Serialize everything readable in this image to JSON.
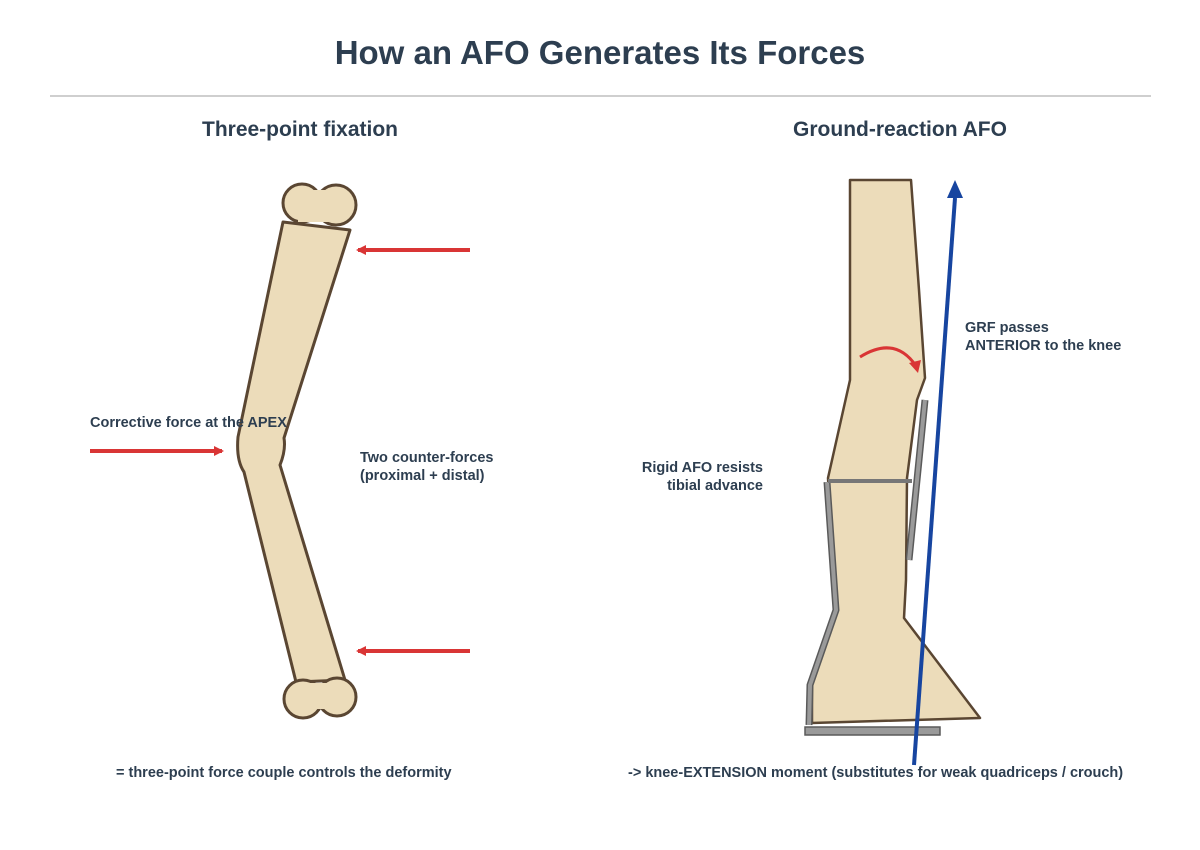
{
  "title": "How an AFO Generates Its Forces",
  "left_panel": {
    "title": "Three-point fixation",
    "corrective_label": "Corrective force at the APEX",
    "counter_label_line1": "Two counter-forces",
    "counter_label_line2": "(proximal + distal)",
    "footer": "= three-point force couple controls the deformity"
  },
  "right_panel": {
    "title": "Ground-reaction AFO",
    "grf_label_line1": "GRF passes",
    "grf_label_line2": "ANTERIOR to the knee",
    "afo_label_line1": "Rigid AFO resists",
    "afo_label_line2": "tibial advance",
    "footer": "-> knee-EXTENSION moment (substitutes for weak quadriceps / crouch)"
  },
  "colors": {
    "title": "#2d3e50",
    "bone_fill": "#ecdcba",
    "bone_outline": "#5a4632",
    "force_arrow": "#d93535",
    "grf_arrow": "#1745a0",
    "afo_brace": "#9a9a9a"
  }
}
